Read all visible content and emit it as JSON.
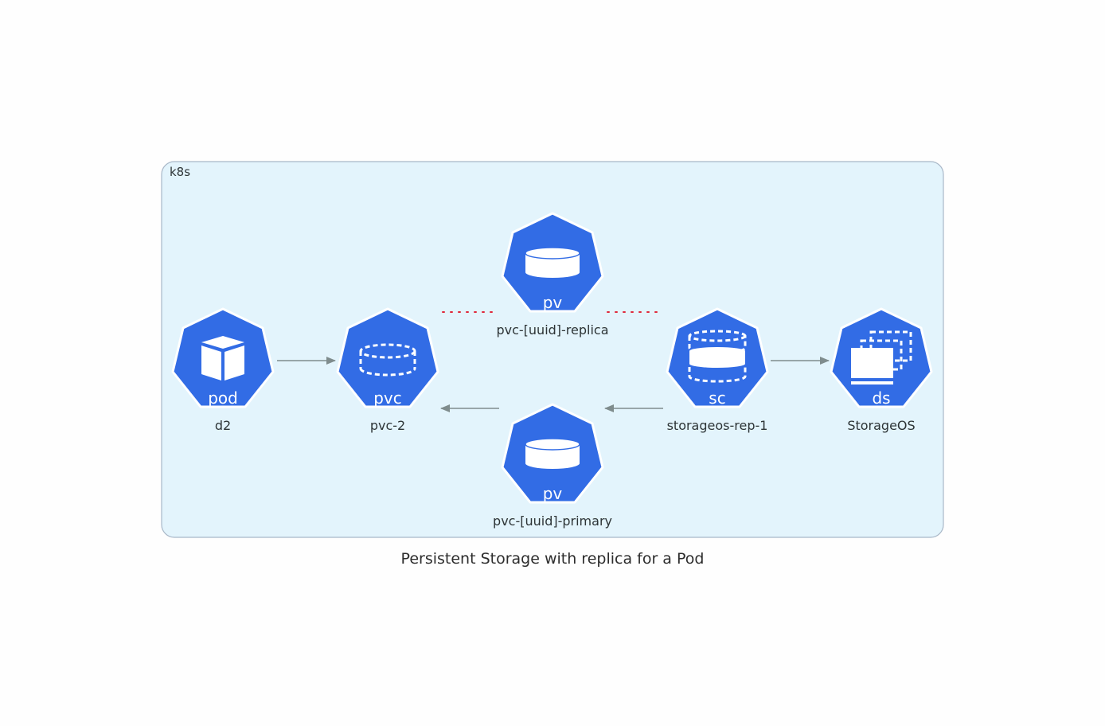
{
  "cluster": {
    "label": "k8s"
  },
  "caption": "Persistent Storage with replica for a Pod",
  "nodes": {
    "d2": {
      "kind": "pod",
      "label": "d2"
    },
    "pvc2": {
      "kind": "pvc",
      "label": "pvc-2"
    },
    "pv_replica": {
      "kind": "pv",
      "label": "pvc-[uuid]-replica"
    },
    "pv_primary": {
      "kind": "pv",
      "label": "pvc-[uuid]-primary"
    },
    "sc": {
      "kind": "sc",
      "label": "storageos-rep-1"
    },
    "ds": {
      "kind": "ds",
      "label": "StorageOS"
    }
  },
  "edges": [
    {
      "from": "d2",
      "to": "pvc-2",
      "style": "solid"
    },
    {
      "from": "pvc-[uuid]-primary",
      "to": "pvc-2",
      "style": "solid"
    },
    {
      "from": "storageos-rep-1",
      "to": "pvc-[uuid]-primary",
      "style": "solid"
    },
    {
      "from": "storageos-rep-1",
      "to": "StorageOS",
      "style": "solid"
    },
    {
      "from": "pvc-2",
      "to": "pvc-[uuid]-replica",
      "style": "dotted"
    },
    {
      "from": "pvc-[uuid]-replica",
      "to": "storageos-rep-1",
      "style": "dotted"
    }
  ],
  "colors": {
    "node_fill": "#326ce5",
    "node_stroke": "#ffffff",
    "cluster_fill": "#e3f4fc",
    "cluster_stroke": "#a9b8c8",
    "edge_solid": "#7f8c8d",
    "edge_dotted": "#e0283c"
  }
}
